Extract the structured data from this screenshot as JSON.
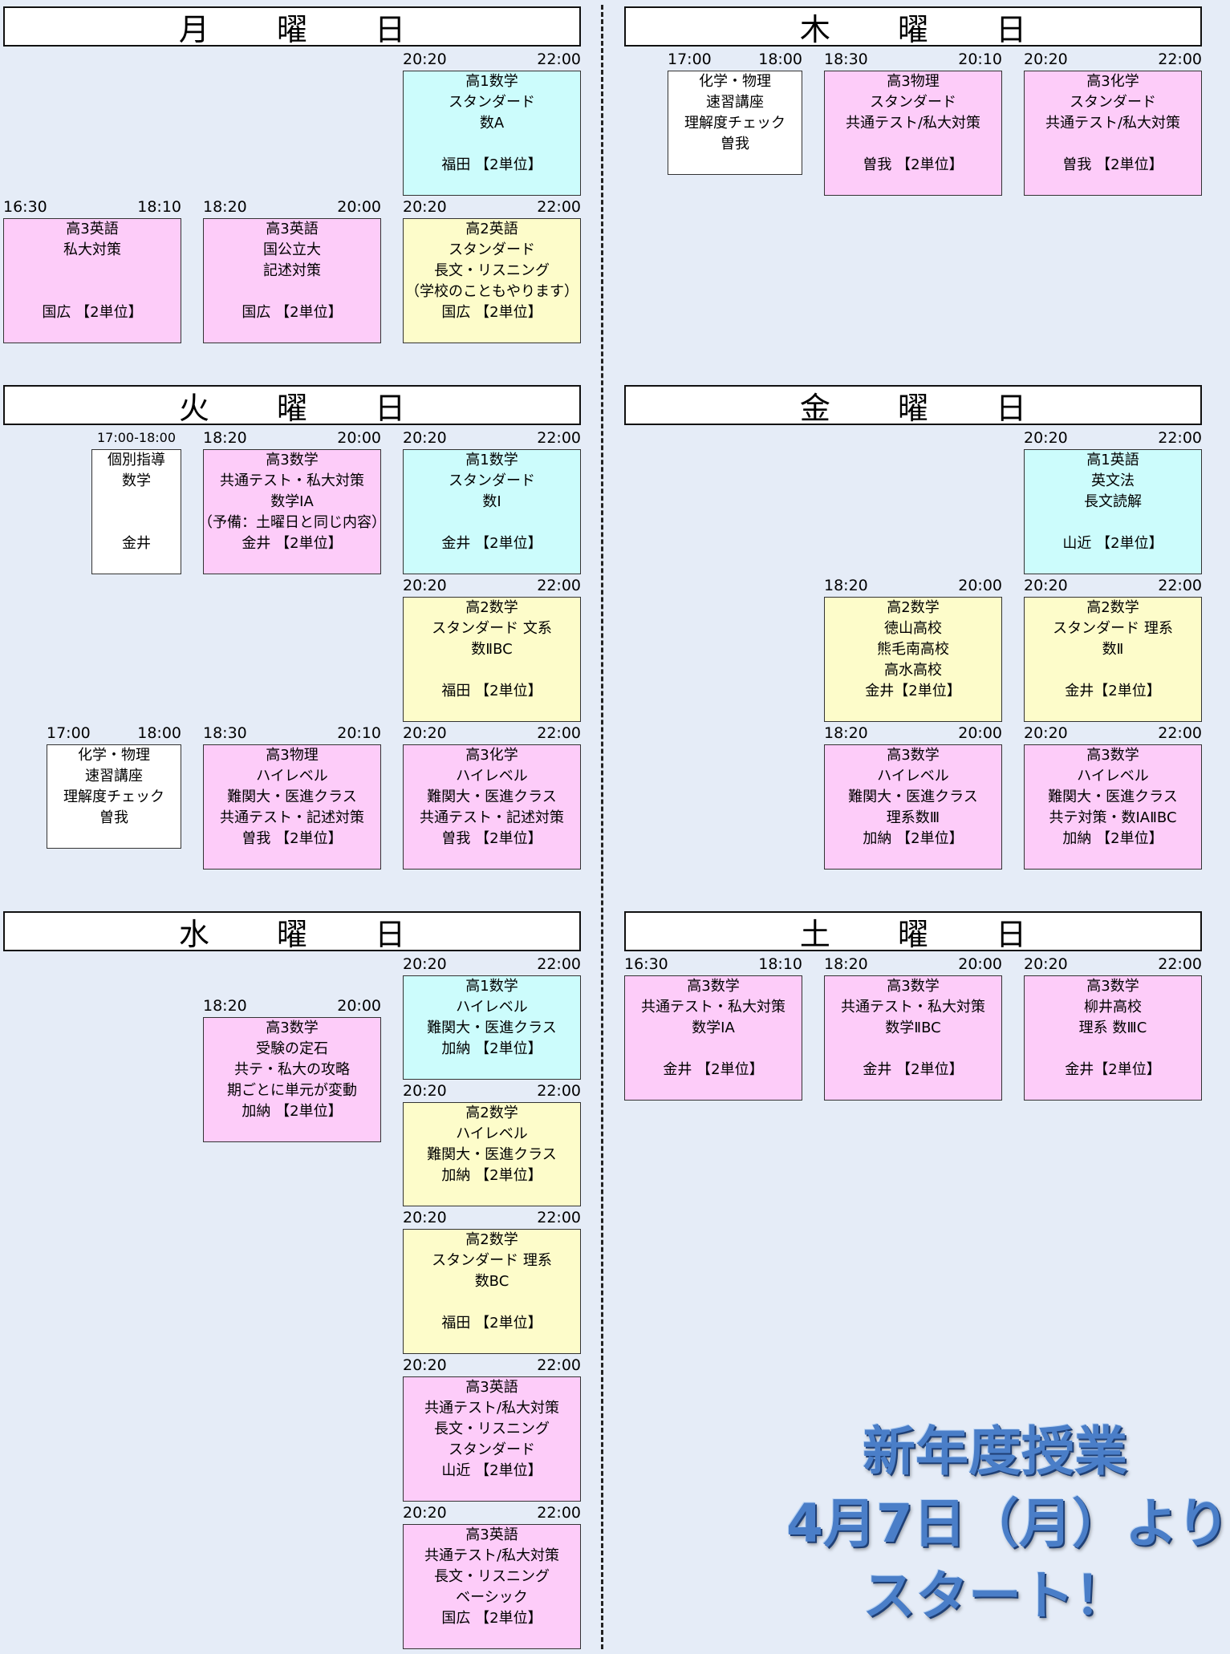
{
  "days": {
    "mon": "月 曜 日",
    "tue": "火 曜 日",
    "wed": "水 曜 日",
    "thu": "木 曜 日",
    "fri": "金 曜 日",
    "sat": "土 曜 日"
  },
  "lessons": {
    "mon1": {
      "start": "20:20",
      "end": "22:00",
      "lines": [
        "高1数学",
        "スタンダード",
        "数A",
        "",
        "福田 【2単位】"
      ],
      "color": "#ccfcfc"
    },
    "mon2": {
      "start": "16:30",
      "end": "18:10",
      "lines": [
        "高3英語",
        "私大対策",
        "",
        "",
        "国広 【2単位】"
      ],
      "color": "#fdccf9"
    },
    "mon3": {
      "start": "18:20",
      "end": "20:00",
      "lines": [
        "高3英語",
        "国公立大",
        "記述対策",
        "",
        "国広 【2単位】"
      ],
      "color": "#fdccf9"
    },
    "mon4": {
      "start": "20:20",
      "end": "22:00",
      "lines": [
        "高2英語",
        "スタンダード",
        "長文・リスニング",
        "（学校のこともやります）",
        "国広 【2単位】"
      ],
      "color": "#fdfcca"
    },
    "tue1": {
      "range": "17:00-18:00",
      "lines": [
        "個別指導",
        "数学",
        "",
        "",
        "金井"
      ],
      "color": "#ffffff"
    },
    "tue2": {
      "start": "18:20",
      "end": "20:00",
      "lines": [
        "高3数学",
        "共通テスト・私大対策",
        "数学ⅠA",
        "（予備：土曜日と同じ内容）",
        "金井 【2単位】"
      ],
      "color": "#fdccf9"
    },
    "tue3": {
      "start": "20:20",
      "end": "22:00",
      "lines": [
        "高1数学",
        "スタンダード",
        "数Ⅰ",
        "",
        "金井 【2単位】"
      ],
      "color": "#ccfcfc"
    },
    "tue4": {
      "start": "20:20",
      "end": "22:00",
      "lines": [
        "高2数学",
        "スタンダード 文系",
        "数ⅡBC",
        "",
        "福田 【2単位】"
      ],
      "color": "#fdfcca"
    },
    "tue5": {
      "start": "17:00",
      "end": "18:00",
      "lines": [
        "化学・物理",
        "速習講座",
        "理解度チェック",
        "曽我"
      ],
      "color": "#ffffff"
    },
    "tue6": {
      "start": "18:30",
      "end": "20:10",
      "lines": [
        "高3物理",
        "ハイレベル",
        "難関大・医進クラス",
        "共通テスト・記述対策",
        "曽我 【2単位】"
      ],
      "color": "#fdccf9"
    },
    "tue7": {
      "start": "20:20",
      "end": "22:00",
      "lines": [
        "高3化学",
        "ハイレベル",
        "難関大・医進クラス",
        "共通テスト・記述対策",
        "曽我 【2単位】"
      ],
      "color": "#fdccf9"
    },
    "wed1": {
      "start": "20:20",
      "end": "22:00",
      "lines": [
        "高1数学",
        "ハイレベル",
        "難関大・医進クラス",
        "加納 【2単位】"
      ],
      "color": "#ccfcfc"
    },
    "wed2": {
      "start": "18:20",
      "end": "20:00",
      "lines": [
        "高3数学",
        "受験の定石",
        "共テ・私大の攻略",
        "期ごとに単元が変動",
        "加納 【2単位】"
      ],
      "color": "#fdccf9"
    },
    "wed3": {
      "start": "20:20",
      "end": "22:00",
      "lines": [
        "高2数学",
        "ハイレベル",
        "難関大・医進クラス",
        "加納 【2単位】"
      ],
      "color": "#fdfcca"
    },
    "wed4": {
      "start": "20:20",
      "end": "22:00",
      "lines": [
        "高2数学",
        "スタンダード 理系",
        "数BC",
        "",
        "福田 【2単位】"
      ],
      "color": "#fdfcca"
    },
    "wed5": {
      "start": "20:20",
      "end": "22:00",
      "lines": [
        "高3英語",
        "共通テスト/私大対策",
        "長文・リスニング",
        "スタンダード",
        "山近 【2単位】"
      ],
      "color": "#fdccf9"
    },
    "wed6": {
      "start": "20:20",
      "end": "22:00",
      "lines": [
        "高3英語",
        "共通テスト/私大対策",
        "長文・リスニング",
        "ベーシック",
        "国広 【2単位】"
      ],
      "color": "#fdccf9"
    },
    "thu1": {
      "start": "17:00",
      "end": "18:00",
      "lines": [
        "化学・物理",
        "速習講座",
        "理解度チェック",
        "曽我"
      ],
      "color": "#ffffff"
    },
    "thu2": {
      "start": "18:30",
      "end": "20:10",
      "lines": [
        "高3物理",
        "スタンダード",
        "共通テスト/私大対策",
        "",
        "曽我 【2単位】"
      ],
      "color": "#fdccf9"
    },
    "thu3": {
      "start": "20:20",
      "end": "22:00",
      "lines": [
        "高3化学",
        "スタンダード",
        "共通テスト/私大対策",
        "",
        "曽我 【2単位】"
      ],
      "color": "#fdccf9"
    },
    "fri1": {
      "start": "20:20",
      "end": "22:00",
      "lines": [
        "高1英語",
        "英文法",
        "長文読解",
        "",
        "山近 【2単位】"
      ],
      "color": "#ccfcfc"
    },
    "fri2": {
      "start": "18:20",
      "end": "20:00",
      "lines": [
        "高2数学",
        "徳山高校",
        "熊毛南高校",
        "高水高校",
        "金井【2単位】"
      ],
      "color": "#fdfcca"
    },
    "fri3": {
      "start": "20:20",
      "end": "22:00",
      "lines": [
        "高2数学",
        "スタンダード 理系",
        "数Ⅱ",
        "",
        "金井【2単位】"
      ],
      "color": "#fdfcca"
    },
    "fri4": {
      "start": "18:20",
      "end": "20:00",
      "lines": [
        "高3数学",
        "ハイレベル",
        "難関大・医進クラス",
        "理系数Ⅲ",
        "加納 【2単位】"
      ],
      "color": "#fdccf9"
    },
    "fri5": {
      "start": "20:20",
      "end": "22:00",
      "lines": [
        "高3数学",
        "ハイレベル",
        "難関大・医進クラス",
        "共テ対策・数ⅠAⅡBC",
        "加納 【2単位】"
      ],
      "color": "#fdccf9"
    },
    "sat1": {
      "start": "16:30",
      "end": "18:10",
      "lines": [
        "高3数学",
        "共通テスト・私大対策",
        "数学ⅠA",
        "",
        "金井 【2単位】"
      ],
      "color": "#fdccf9"
    },
    "sat2": {
      "start": "18:20",
      "end": "20:00",
      "lines": [
        "高3数学",
        "共通テスト・私大対策",
        "数学ⅡBC",
        "",
        "金井 【2単位】"
      ],
      "color": "#fdccf9"
    },
    "sat3": {
      "start": "20:20",
      "end": "22:00",
      "lines": [
        "高3数学",
        "柳井高校",
        "理系 数ⅢC",
        "",
        "金井【2単位】"
      ],
      "color": "#fdccf9"
    }
  },
  "announcement": {
    "line1": "新年度授業",
    "line2": "4月7日（月）より",
    "line3": "スタート！"
  }
}
